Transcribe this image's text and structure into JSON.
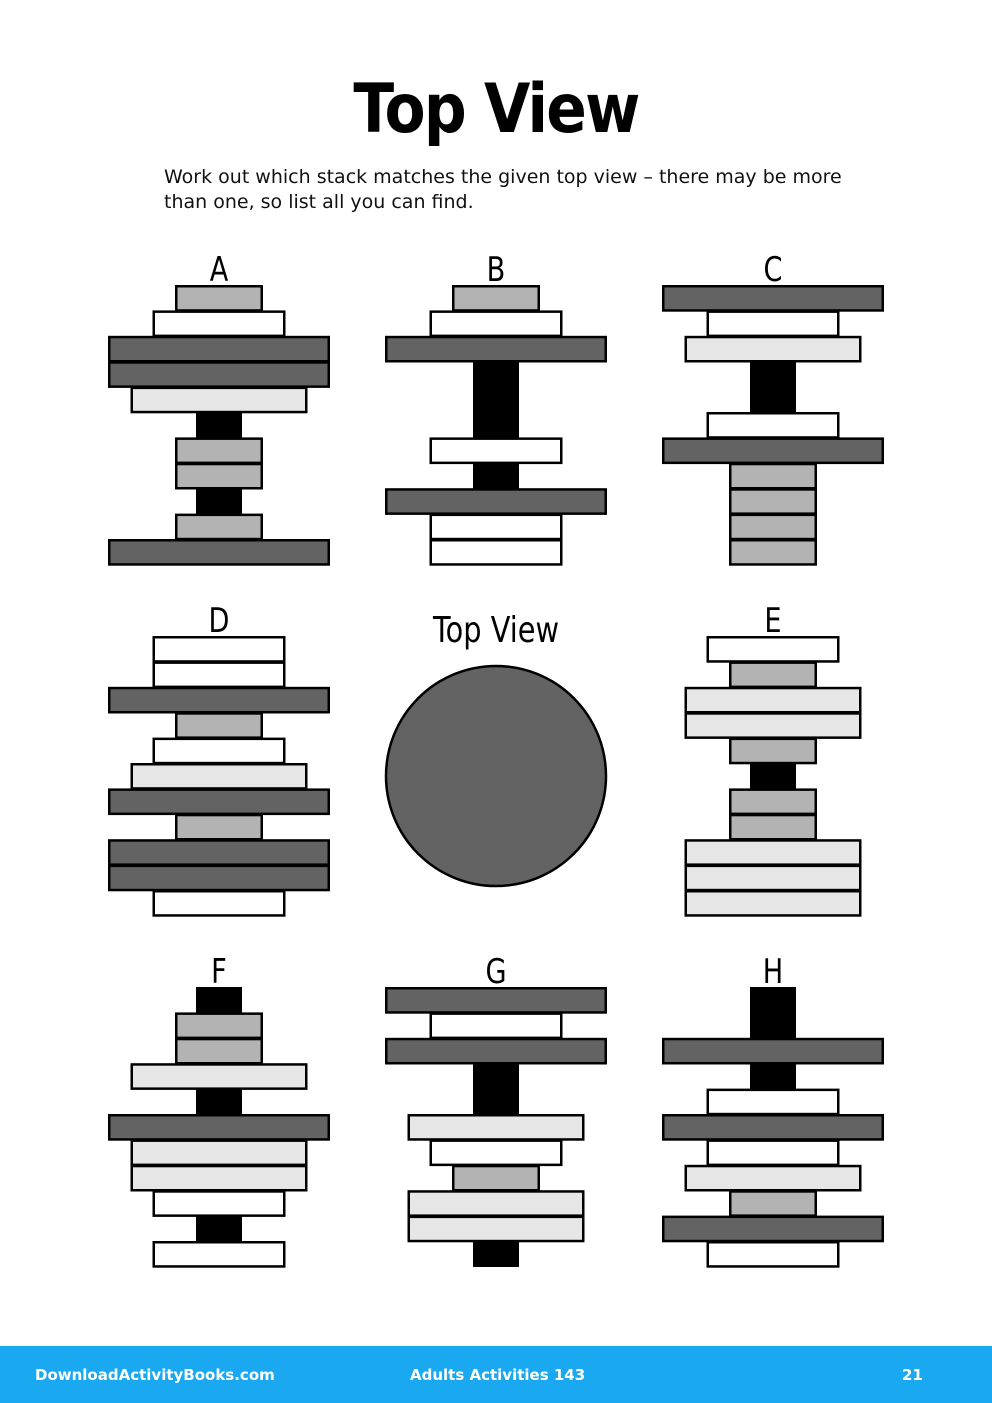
{
  "page": {
    "title": "Top View",
    "instructions": "Work out which stack matches the given top view – there may be more than one, so list all you can find."
  },
  "colors": {
    "black": "#000000",
    "dark_grey": "#636363",
    "mid_grey": "#b3b3b3",
    "light_grey": "#e6e6e6",
    "white": "#ffffff",
    "footer_background": "#1aa9f0"
  },
  "shape_widths": {
    "black": "narrowest",
    "mid_grey": "narrow",
    "white": "medium",
    "light_grey": "wide",
    "dark_grey": "widest"
  },
  "stacks": [
    {
      "label": "A",
      "layers_top_to_bottom": [
        "mid_grey",
        "white",
        "dark_grey",
        "dark_grey",
        "light_grey",
        "black",
        "mid_grey",
        "mid_grey",
        "black",
        "mid_grey",
        "dark_grey"
      ]
    },
    {
      "label": "B",
      "layers_top_to_bottom": [
        "mid_grey",
        "white",
        "dark_grey",
        "black",
        "black",
        "black",
        "white",
        "black",
        "dark_grey",
        "white",
        "white"
      ]
    },
    {
      "label": "C",
      "layers_top_to_bottom": [
        "dark_grey",
        "white",
        "light_grey",
        "black",
        "black",
        "white",
        "dark_grey",
        "mid_grey",
        "mid_grey",
        "mid_grey",
        "mid_grey"
      ]
    },
    {
      "label": "D",
      "layers_top_to_bottom": [
        "white",
        "white",
        "dark_grey",
        "mid_grey",
        "white",
        "light_grey",
        "dark_grey",
        "mid_grey",
        "dark_grey",
        "dark_grey",
        "white"
      ]
    },
    {
      "label": "E",
      "layers_top_to_bottom": [
        "white",
        "mid_grey",
        "light_grey",
        "light_grey",
        "mid_grey",
        "black",
        "mid_grey",
        "mid_grey",
        "light_grey",
        "light_grey",
        "light_grey"
      ]
    },
    {
      "label": "F",
      "layers_top_to_bottom": [
        "black",
        "mid_grey",
        "mid_grey",
        "light_grey",
        "black",
        "dark_grey",
        "light_grey",
        "light_grey",
        "white",
        "black",
        "white"
      ]
    },
    {
      "label": "G",
      "layers_top_to_bottom": [
        "dark_grey",
        "white",
        "dark_grey",
        "black",
        "black",
        "light_grey",
        "white",
        "mid_grey",
        "light_grey",
        "light_grey",
        "black"
      ]
    },
    {
      "label": "H",
      "layers_top_to_bottom": [
        "black",
        "black",
        "dark_grey",
        "black",
        "white",
        "dark_grey",
        "white",
        "light_grey",
        "mid_grey",
        "dark_grey",
        "white"
      ]
    }
  ],
  "top_view": {
    "label": "Top View",
    "shape": "circle",
    "color": "dark_grey"
  },
  "footer": {
    "site": "DownloadActivityBooks.com",
    "book": "Adults Activities 143",
    "page_number": "21"
  }
}
